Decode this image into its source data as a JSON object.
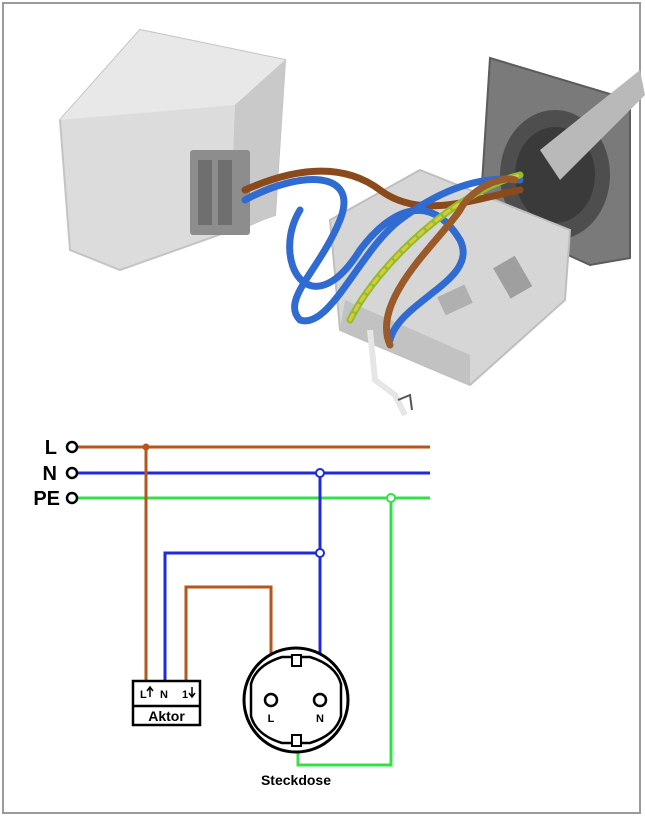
{
  "terminals": {
    "l": "L",
    "n": "N",
    "pe": "PE"
  },
  "aktor": {
    "title": "Aktor",
    "pin_l": "L",
    "pin_n": "N",
    "pin_1": "1"
  },
  "socket": {
    "pin_l": "L",
    "pin_n": "N",
    "caption": "Steckdose"
  },
  "colors": {
    "phase": "#b5561b",
    "neutral": "#1f2bd9",
    "earth": "#33e04a",
    "outline": "#000000",
    "frame": "#9a9a9a"
  },
  "photo": {
    "description_icon": "wiring-photo-icon"
  }
}
